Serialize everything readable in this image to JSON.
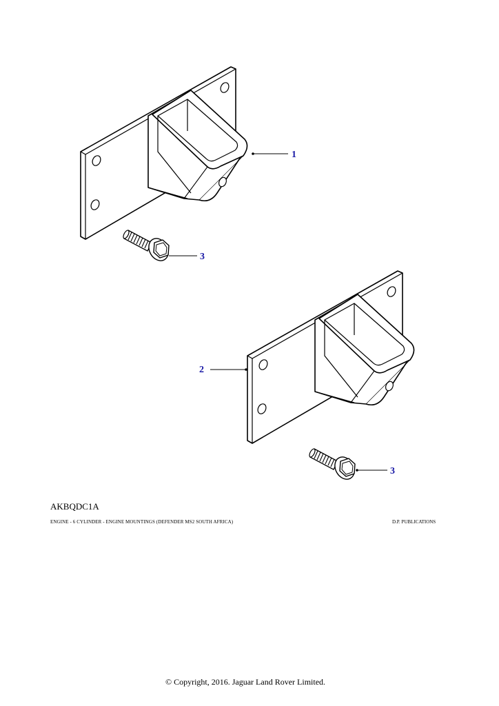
{
  "figure": {
    "parts": [
      {
        "id": "bracket-1",
        "callout": "1"
      },
      {
        "id": "bolt-upper",
        "callout": "3"
      },
      {
        "id": "bracket-2",
        "callout": "2"
      },
      {
        "id": "bolt-lower",
        "callout": "3"
      }
    ],
    "callout_color": "#1a1aa6",
    "line_color": "#000000"
  },
  "footer": {
    "illustration_code": "AKBQDC1A",
    "caption": "ENGINE - 6 CYLINDER - ENGINE MOUNTINGS  (DEFENDER MS2 SOUTH AFRICA)",
    "publisher": "D.P. PUBLICATIONS",
    "copyright": "© Copyright, 2016. Jaguar Land Rover Limited."
  }
}
